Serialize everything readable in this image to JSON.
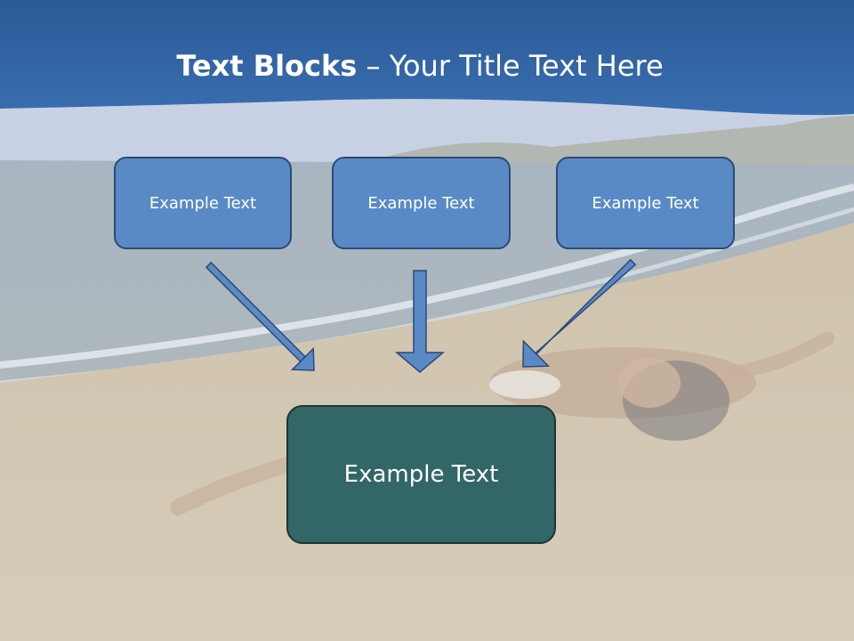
{
  "title": {
    "bold": "Text Blocks",
    "dash": " – ",
    "rest": "Your Title Text Here"
  },
  "top_boxes": [
    {
      "label": "Example Text"
    },
    {
      "label": "Example Text"
    },
    {
      "label": "Example Text"
    }
  ],
  "bottom_box": {
    "label": "Example Text"
  },
  "colors": {
    "header_blue": "#2f5f9d",
    "box_fill": "#5a8ac6",
    "box_border": "#2c4a75",
    "bottom_fill": "#336666",
    "arrow_fill": "#5a8ac6"
  }
}
